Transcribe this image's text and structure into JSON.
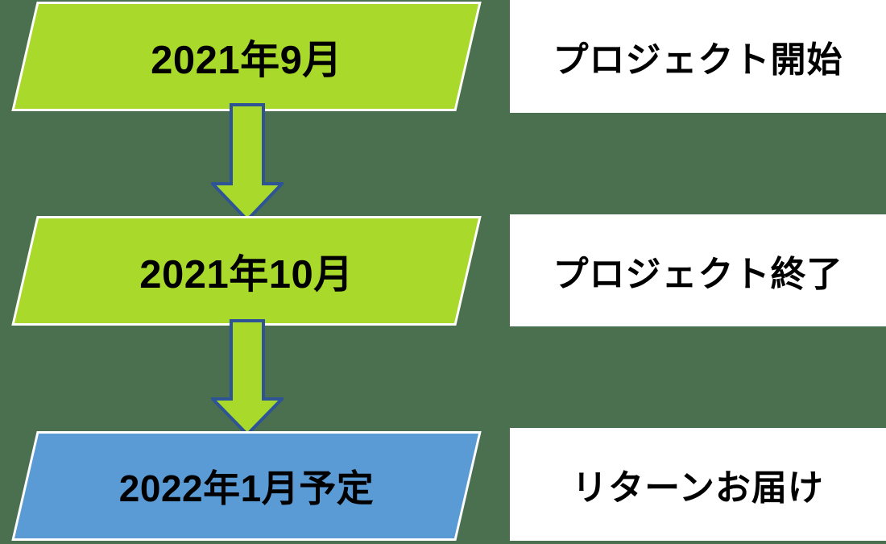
{
  "diagram": {
    "type": "vertical-flow-timeline",
    "background_color": "#4b7050",
    "rows": [
      {
        "date": "2021年9月",
        "description": "プロジェクト開始",
        "chip_color": "#a9d92b",
        "chip_border_color": "#ffffff",
        "box_color": "#ffffff"
      },
      {
        "date": "2021年10月",
        "description": "プロジェクト終了",
        "chip_color": "#a9d92b",
        "chip_border_color": "#ffffff",
        "box_color": "#ffffff"
      },
      {
        "date": "2022年1月予定",
        "description": "リターンお届け",
        "chip_color": "#5b9bd5",
        "chip_border_color": "#ffffff",
        "box_color": "#ffffff"
      }
    ],
    "arrows": [
      {
        "name": "down-arrow-icon",
        "fill": "#a9d92b",
        "stroke": "#2e5496"
      },
      {
        "name": "down-arrow-icon",
        "fill": "#a9d92b",
        "stroke": "#2e5496"
      }
    ]
  }
}
